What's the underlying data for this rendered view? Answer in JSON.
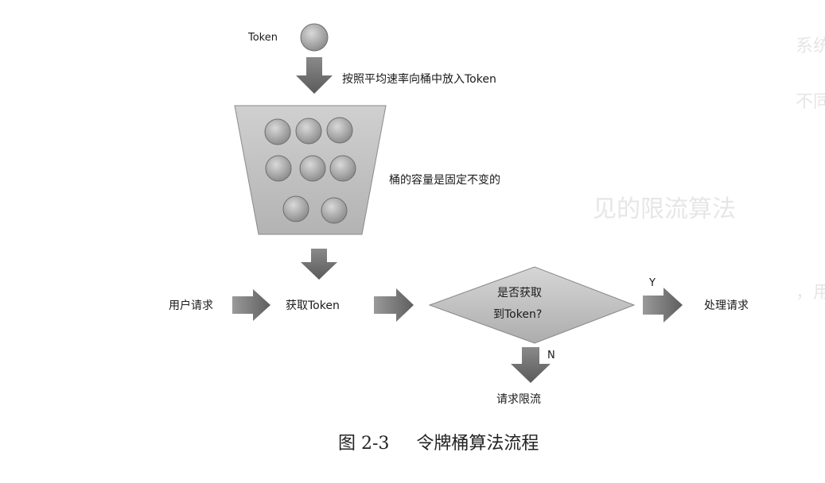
{
  "background_text": {
    "line1": "系统工作中，对各种限流技术都有着按照与开放问题。",
    "line2": "不同场景下应用的不同技术与具体应用场景的实践。",
    "heading": "见的限流算法",
    "line3": "，用户请求访问数据，服务器需要对请求进行处理并返回结果数据，"
  },
  "diagram": {
    "token_label": "Token",
    "drop_label": "按照平均速率向桶中放入Token",
    "capacity_label": "桶的容量是固定不变的",
    "user_request_label": "用户请求",
    "get_token_label": "获取Token",
    "decision_line1": "是否获取",
    "decision_line2": "到Token?",
    "yes_label": "Y",
    "no_label": "N",
    "process_label": "处理请求",
    "limit_label": "请求限流",
    "colors": {
      "bucket_fill": "#c7c7c7",
      "ball_fill": "#9a9a9a",
      "arrow_fill": "#707070",
      "diamond_fill": "#c2c2c2",
      "stroke": "#555555"
    }
  },
  "caption": {
    "figure_number": "图 2-3",
    "figure_title": "令牌桶算法流程"
  }
}
